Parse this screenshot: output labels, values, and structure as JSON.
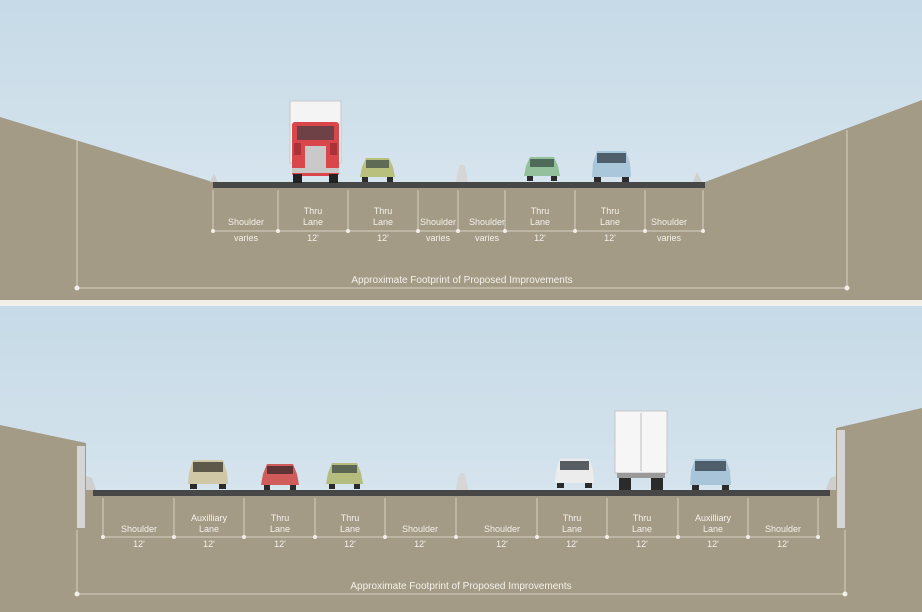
{
  "colors": {
    "sky_top": "#c7dbe8",
    "sky_bottom": "#dce9f1",
    "ground": "#a39b86",
    "pavement": "#454545",
    "divider": "#eef3f6",
    "label": "#f4f1ea",
    "dim_line": "#d8d2c4"
  },
  "existing_section": {
    "lanes": [
      {
        "name": "Shoulder",
        "width": "varies"
      },
      {
        "name": "Thru Lane",
        "width": "12'"
      },
      {
        "name": "Thru Lane",
        "width": "12'"
      },
      {
        "name": "Shoulder",
        "width": "varies"
      },
      {
        "name": "Shoulder",
        "width": "varies"
      },
      {
        "name": "Thru Lane",
        "width": "12'"
      },
      {
        "name": "Thru Lane",
        "width": "12'"
      },
      {
        "name": "Shoulder",
        "width": "varies"
      }
    ],
    "footprint_label": "Approximate Footprint of Proposed Improvements",
    "vehicles": [
      "semi-truck",
      "sedan-green",
      "sedan-green",
      "suv-blue"
    ]
  },
  "proposed_section": {
    "lanes": [
      {
        "name": "Shoulder",
        "width": "12'"
      },
      {
        "name": "Auxilliary Lane",
        "width": "12'"
      },
      {
        "name": "Thru Lane",
        "width": "12'"
      },
      {
        "name": "Thru Lane",
        "width": "12'"
      },
      {
        "name": "Shoulder",
        "width": "12'"
      },
      {
        "name": "Shoulder",
        "width": "12'"
      },
      {
        "name": "Thru Lane",
        "width": "12'"
      },
      {
        "name": "Thru Lane",
        "width": "12'"
      },
      {
        "name": "Auxilliary Lane",
        "width": "12'"
      },
      {
        "name": "Shoulder",
        "width": "12'"
      }
    ],
    "footprint_label": "Approximate Footprint of Proposed Improvements",
    "vehicles": [
      "sedan-tan",
      "sedan-red",
      "sedan-green",
      "sedan-white",
      "box-truck",
      "suv-blue"
    ]
  }
}
